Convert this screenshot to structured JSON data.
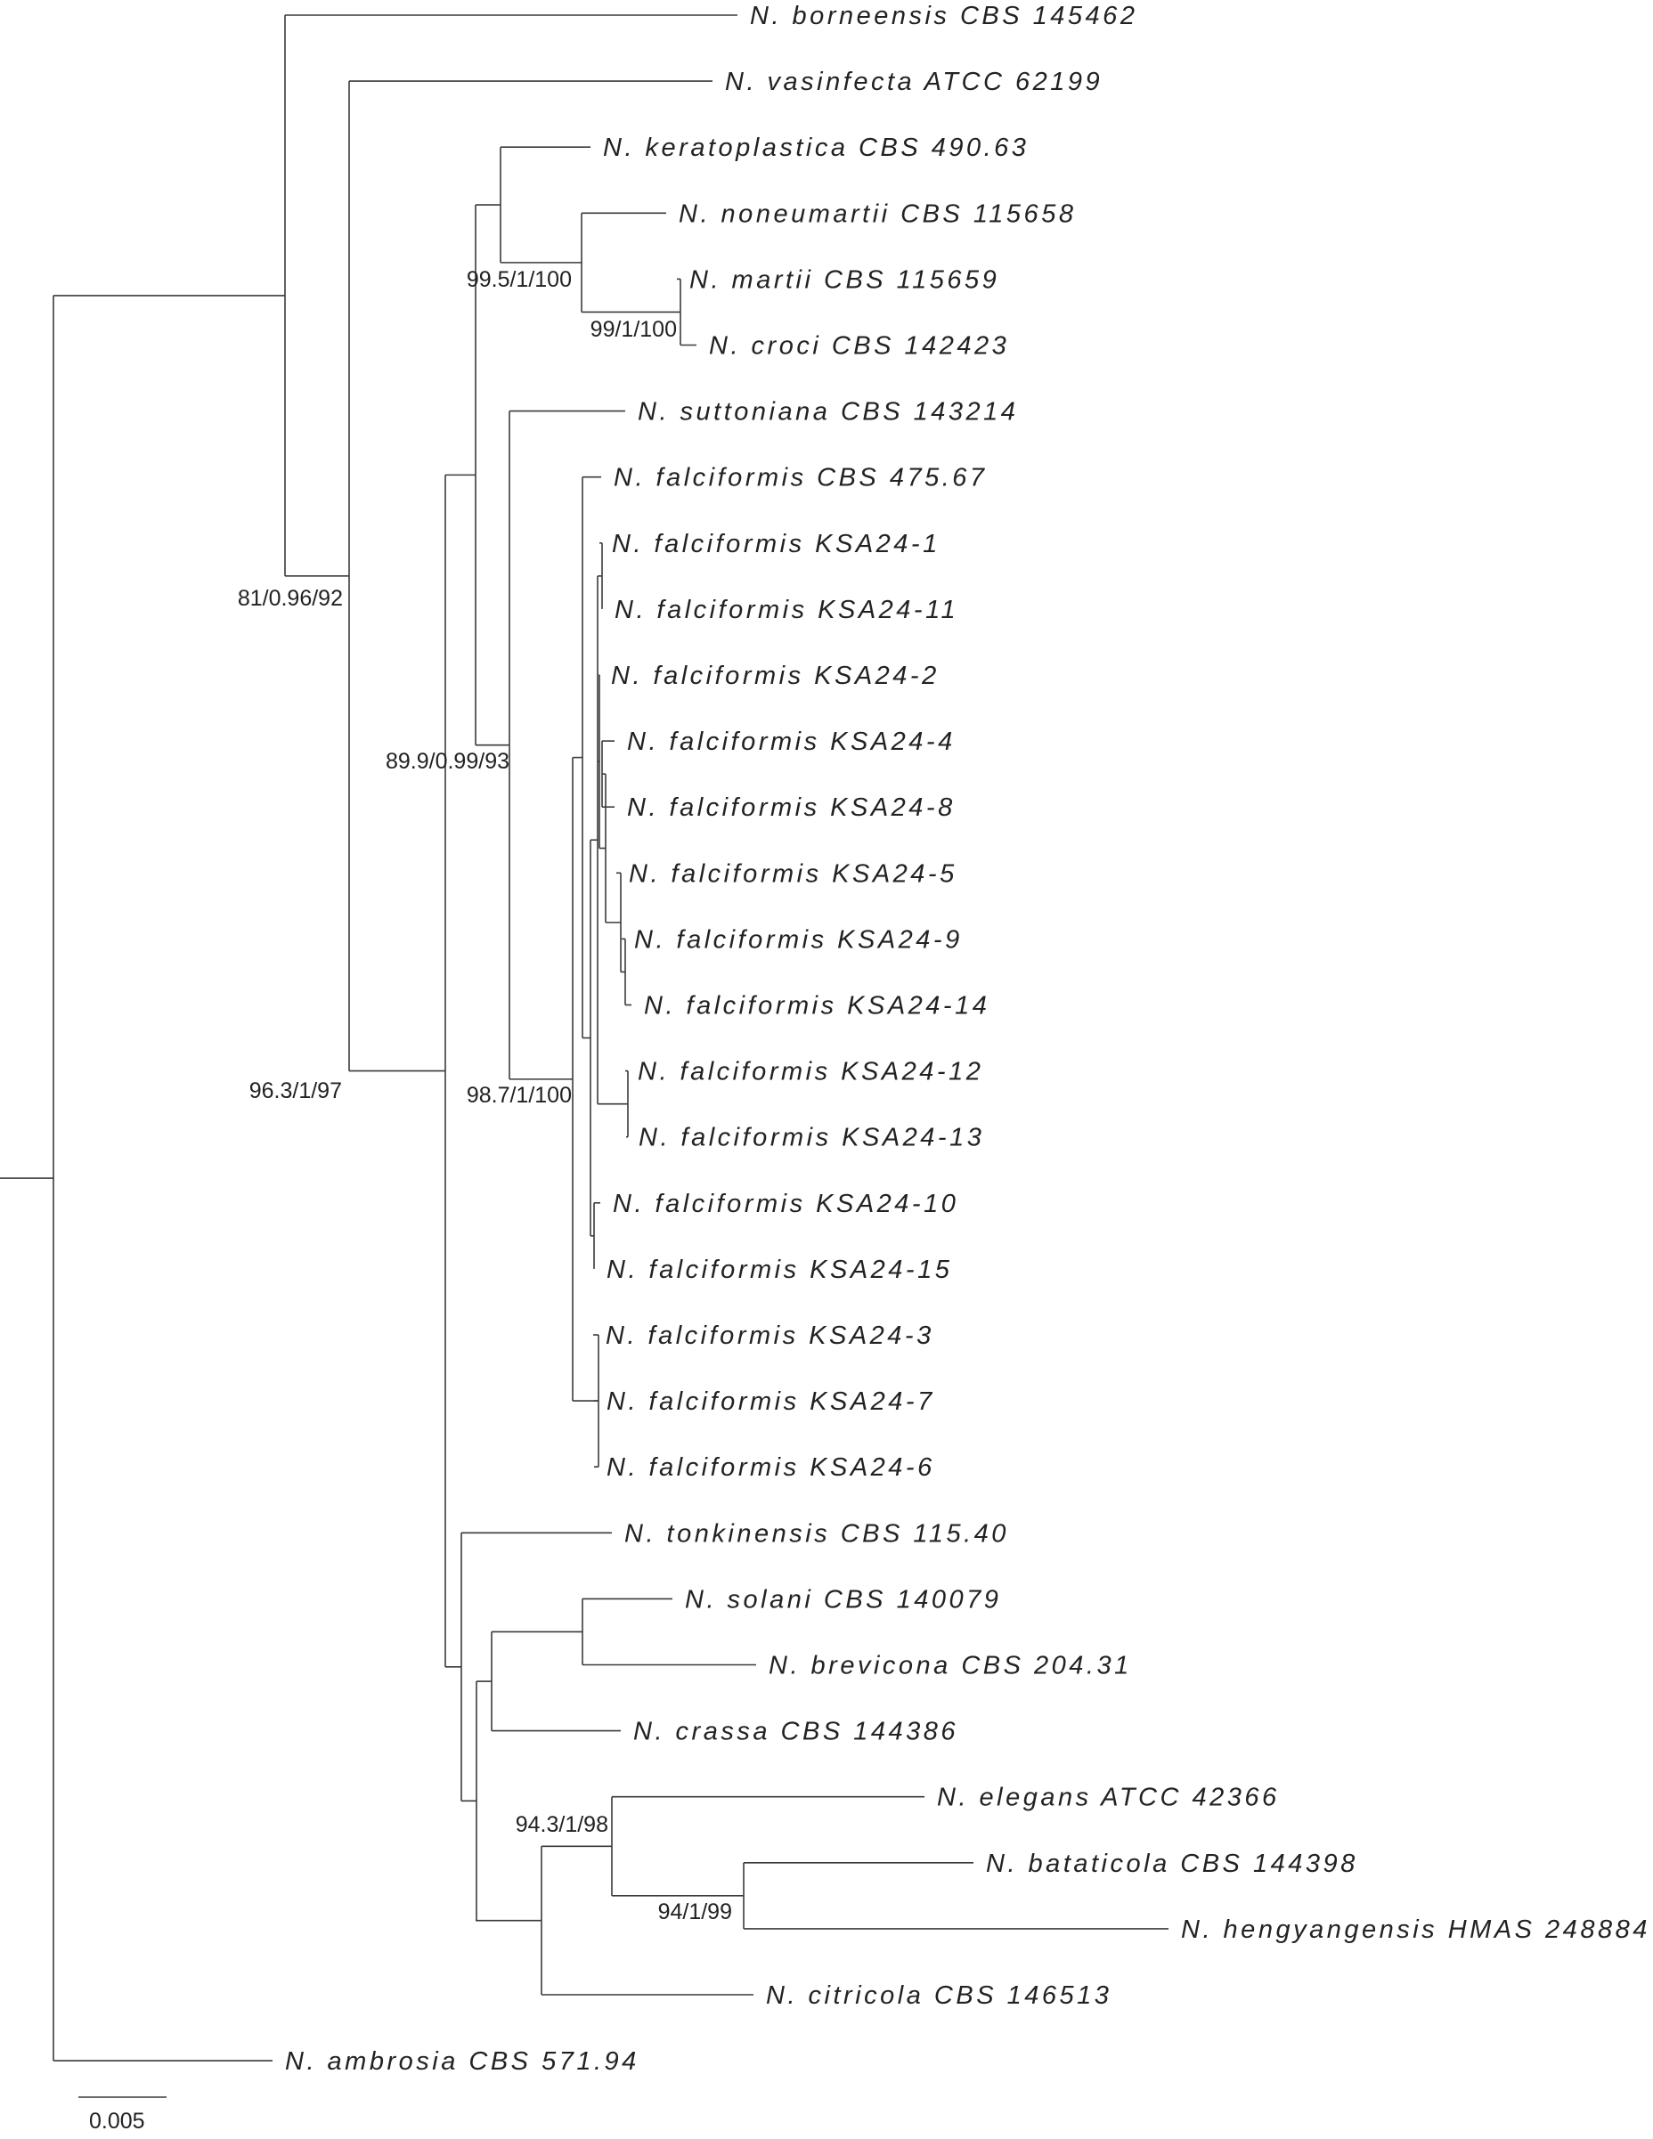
{
  "taxa": [
    "N. borneensis CBS 145462",
    "N. vasinfecta ATCC 62199",
    "N. keratoplastica CBS 490.63",
    "N. noneumartii CBS 115658",
    "N. martii CBS 115659",
    "N. croci CBS 142423",
    "N. suttoniana CBS 143214",
    "N. falciformis CBS 475.67",
    "N. falciformis KSA24-1",
    "N. falciformis KSA24-11",
    "N. falciformis KSA24-2",
    "N. falciformis KSA24-4",
    "N. falciformis KSA24-8",
    "N. falciformis KSA24-5",
    "N. falciformis KSA24-9",
    "N. falciformis KSA24-14",
    "N. falciformis KSA24-12",
    "N. falciformis KSA24-13",
    "N. falciformis KSA24-10",
    "N. falciformis KSA24-15",
    "N. falciformis KSA24-3",
    "N. falciformis KSA24-7",
    "N. falciformis KSA24-6",
    "N. tonkinensis CBS 115.40",
    "N. solani CBS 140079",
    "N. brevicona CBS 204.31",
    "N. crassa CBS 144386",
    "N. elegans ATCC 42366",
    "N. bataticola CBS 144398",
    "N. hengyangensis HMAS 248884",
    "N. citricola CBS 146513",
    "N. ambrosia CBS 571.94"
  ],
  "support_values": [
    "81/0.96/92",
    "96.3/1/97",
    "89.9/0.99/93",
    "99.5/1/100",
    "99/1/100",
    "98.7/1/100",
    "94.3/1/98",
    "94/1/99"
  ],
  "scale_bar": "0.005"
}
